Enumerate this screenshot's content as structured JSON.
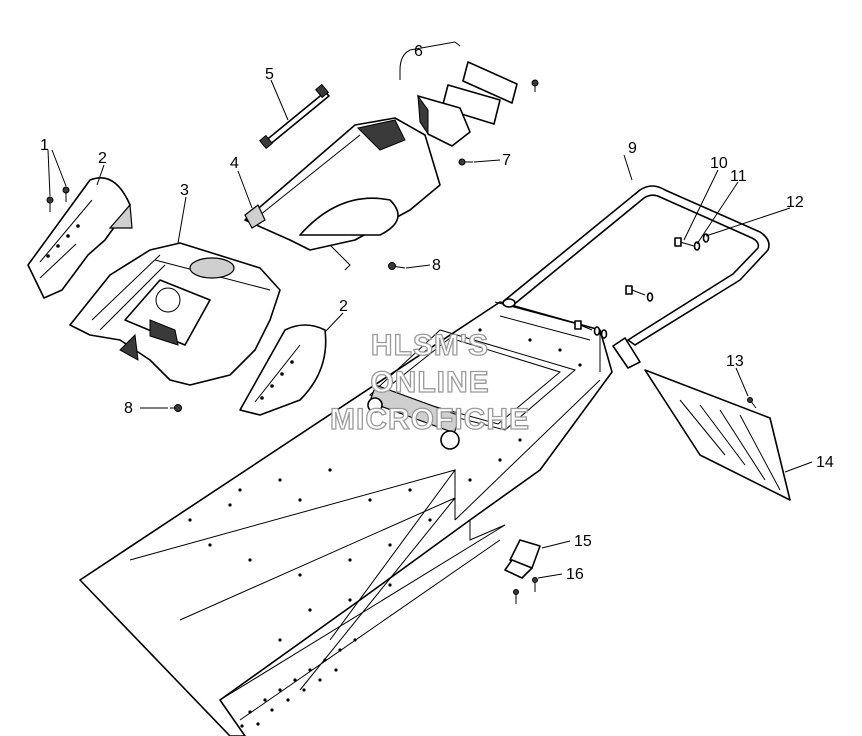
{
  "callouts": {
    "c1": "1",
    "c2a": "2",
    "c2b": "2",
    "c3": "3",
    "c4": "4",
    "c5": "5",
    "c6": "6",
    "c7": "7",
    "c8a": "8",
    "c8b": "8",
    "c9": "9",
    "c10": "10",
    "c11": "11",
    "c12": "12",
    "c13": "13",
    "c14": "14",
    "c15": "15",
    "c16": "16"
  },
  "watermark": {
    "line1": "HLSM'S",
    "line2": "ONLINE",
    "line3": "MICROFICHE"
  }
}
